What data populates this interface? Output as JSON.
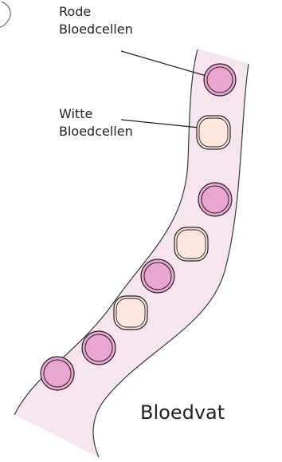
{
  "labels": {
    "red_line1": "Rode",
    "red_line2": "Bloedcellen",
    "white_line1": "Witte",
    "white_line2": "Bloedcellen",
    "vessel": "Bloedvat"
  },
  "colors": {
    "vessel_fill": "#f6e4ee",
    "vessel_edge": "#3a3a3a",
    "red_cell_fill": "#e9a6d1",
    "red_cell_inner": "#f3c7e3",
    "white_cell_fill": "#fde6dd",
    "white_cell_inner": "#fff3ee",
    "leader_line": "#231f20"
  },
  "cells": [
    {
      "type": "red"
    },
    {
      "type": "white"
    },
    {
      "type": "red"
    },
    {
      "type": "white"
    },
    {
      "type": "red"
    },
    {
      "type": "white"
    },
    {
      "type": "red"
    },
    {
      "type": "red"
    }
  ]
}
